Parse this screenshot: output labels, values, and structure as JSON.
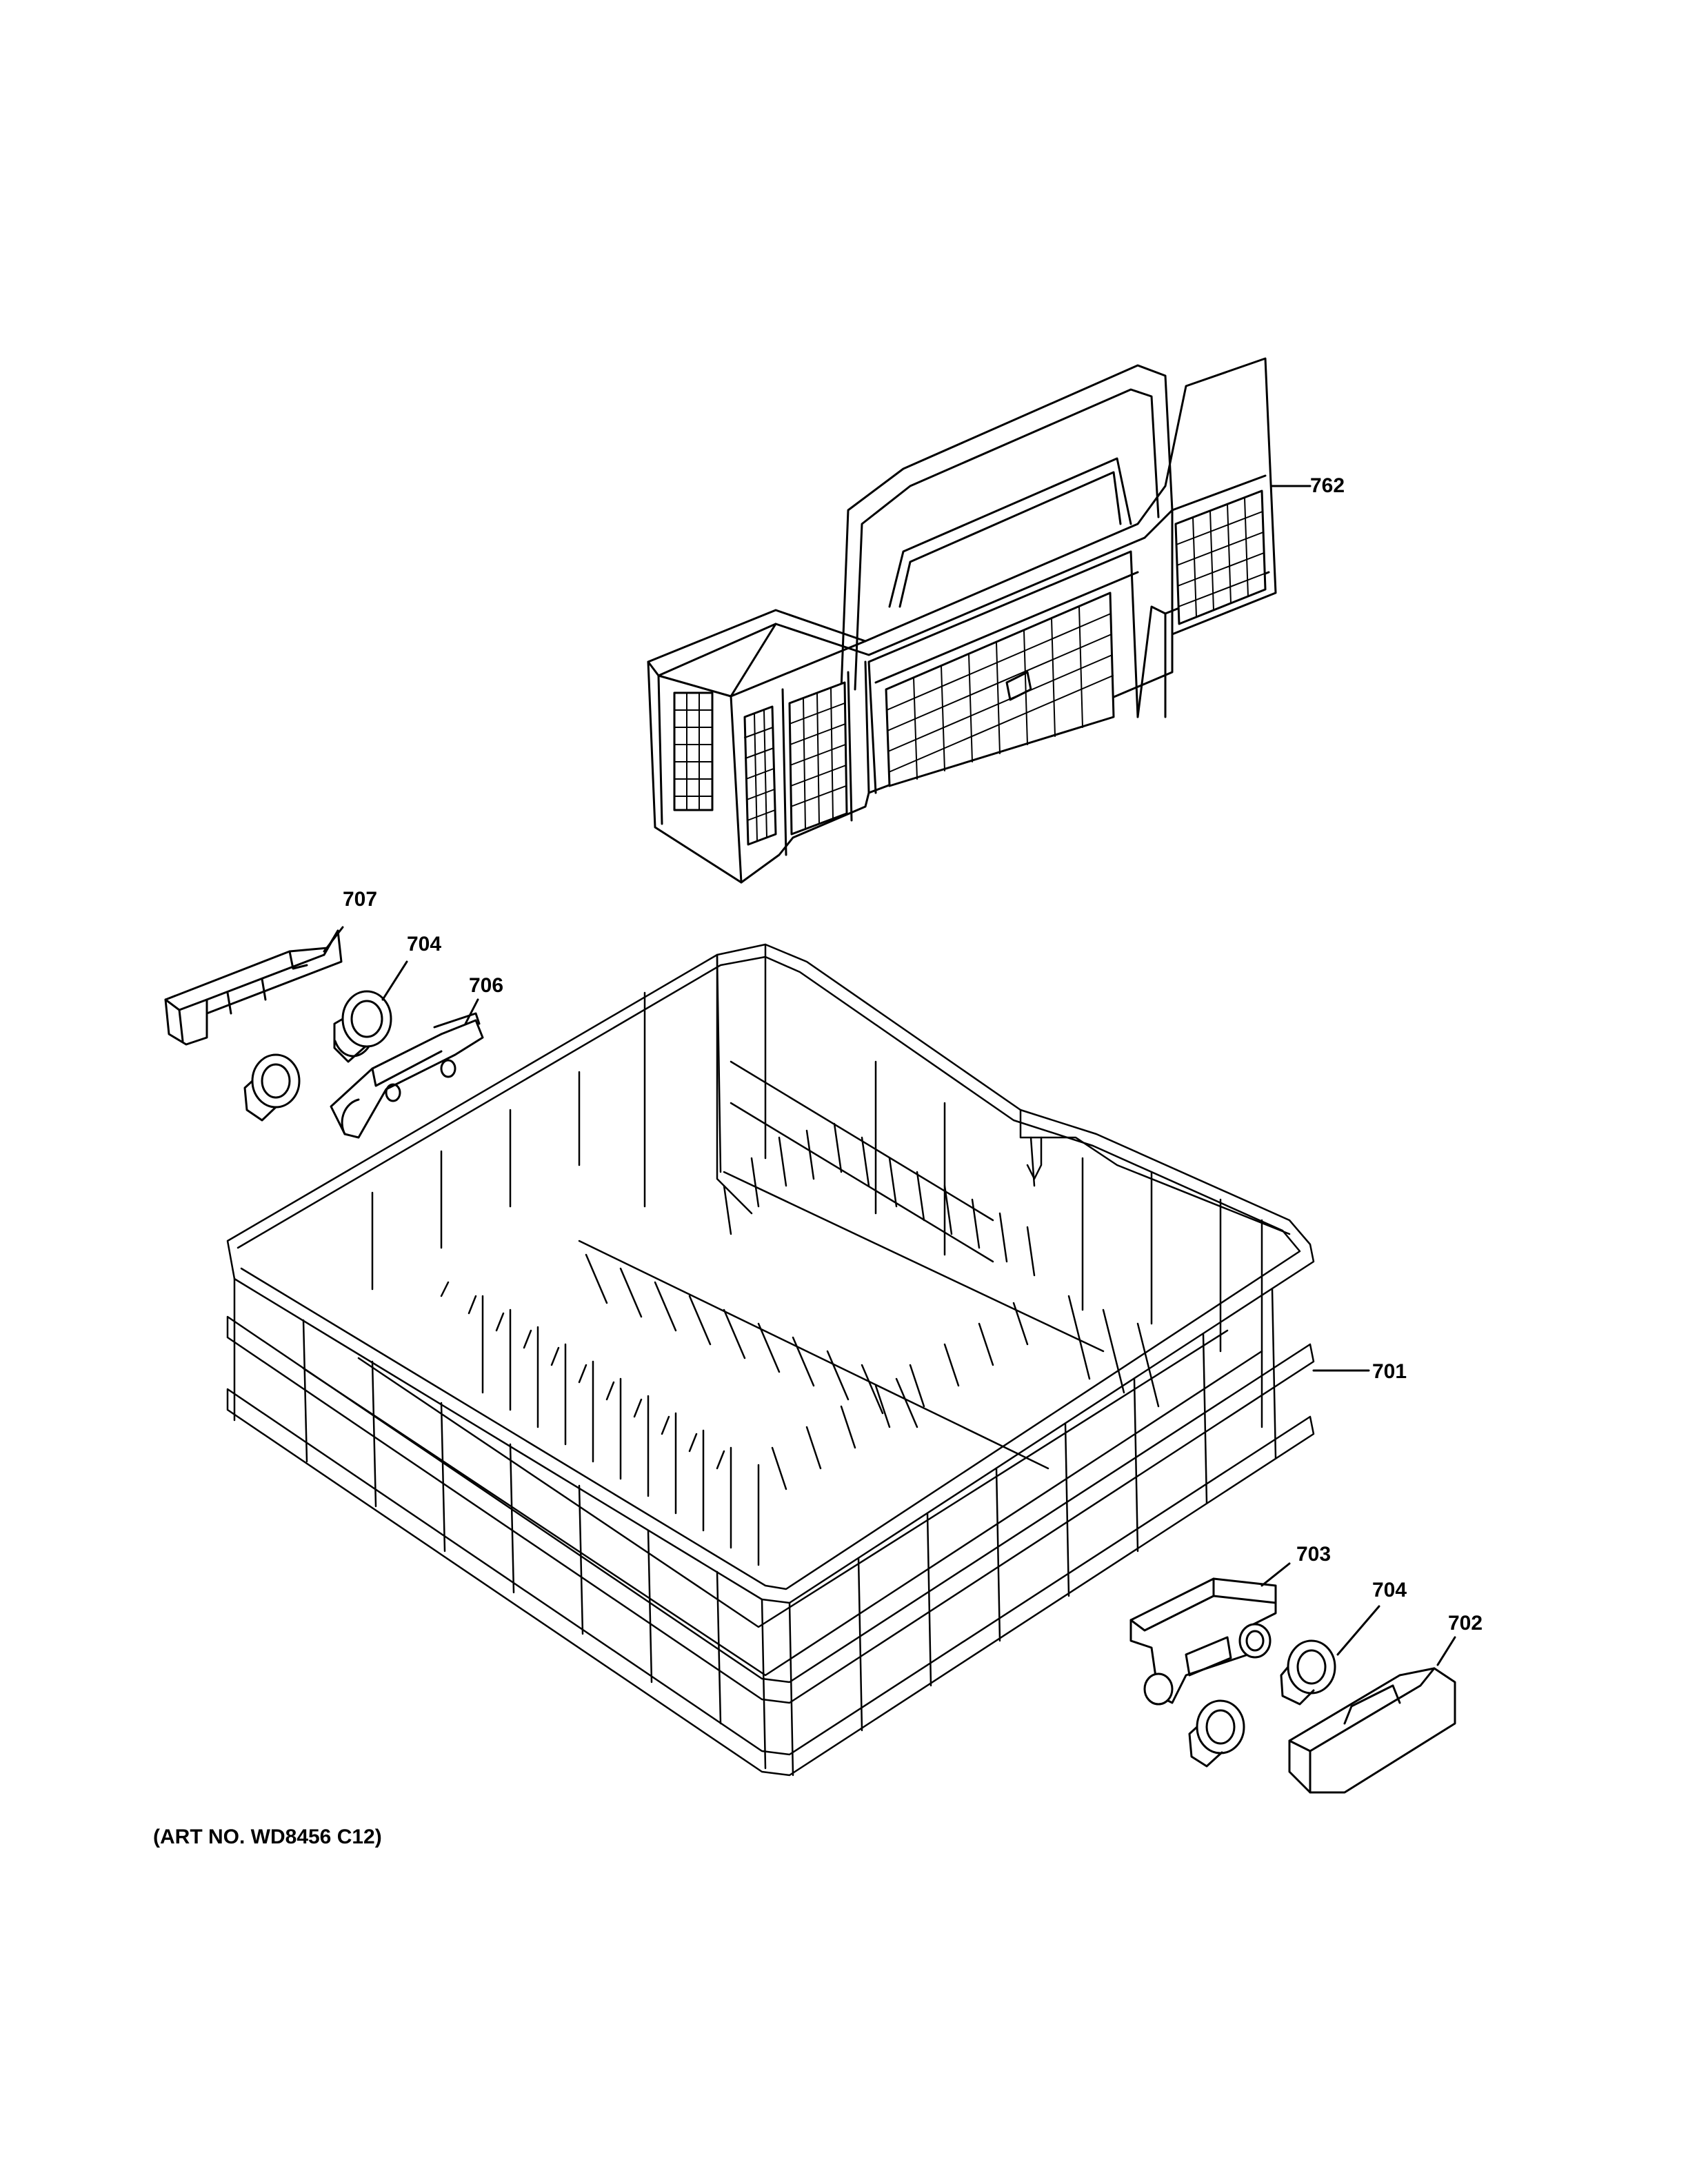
{
  "callouts": {
    "p762": "762",
    "p707": "707",
    "p704a": "704",
    "p706": "706",
    "p701": "701",
    "p703": "703",
    "p704b": "704",
    "p702": "702"
  },
  "art_number": "(ART NO. WD8456 C12)",
  "colors": {
    "line": "#000000",
    "background": "#ffffff",
    "part_fill": "#ffffff"
  }
}
